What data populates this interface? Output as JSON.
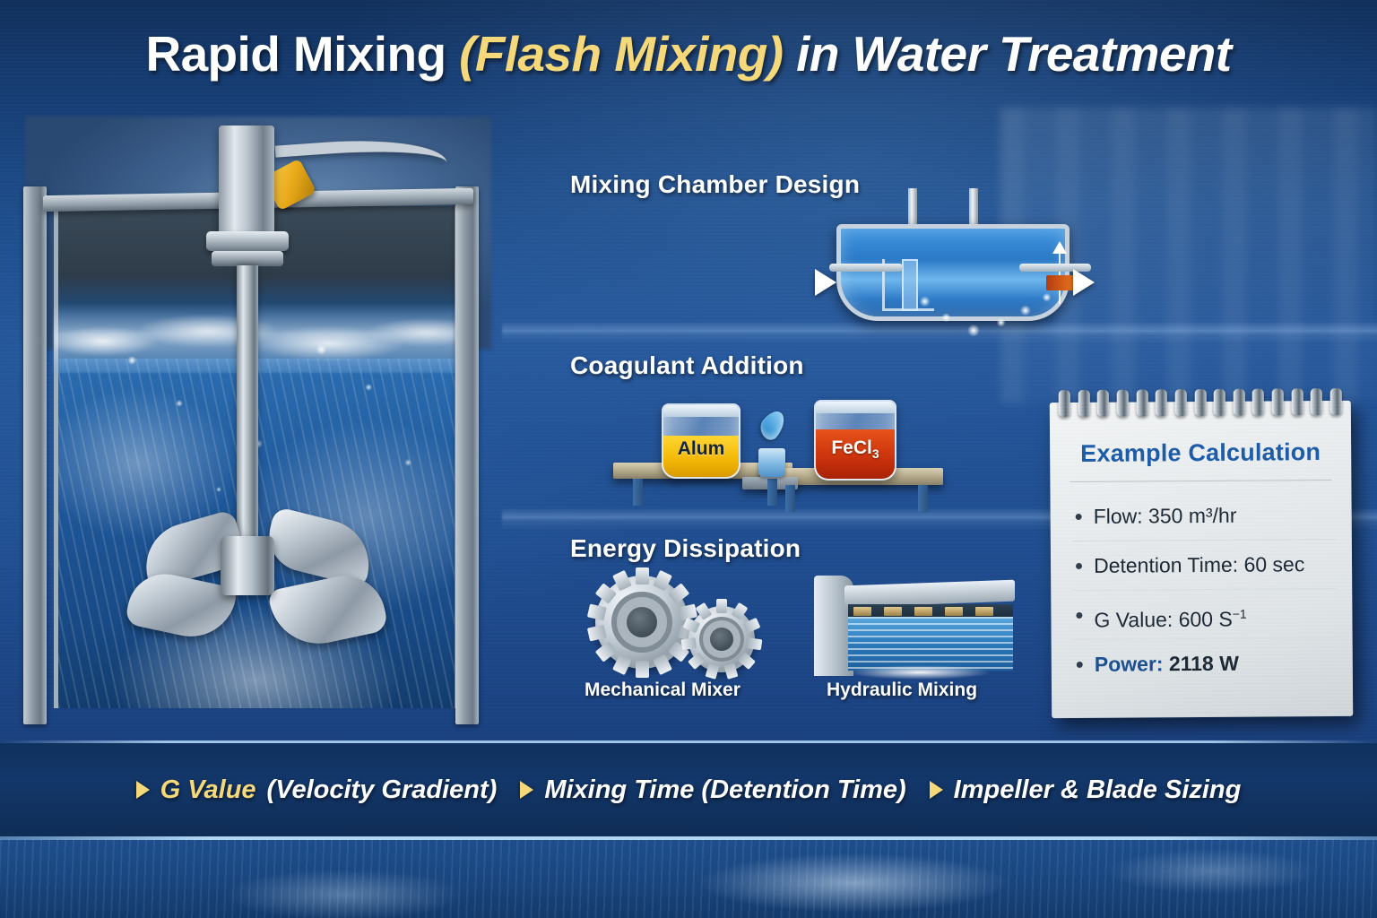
{
  "title": {
    "part1": "Rapid Mixing ",
    "part2": "(Flash Mixing)",
    "part3": " in Water Treatment"
  },
  "illustration": {
    "tank_label": "mixing-tank-impeller-illustration",
    "hose_label": "chemical-feed-hose"
  },
  "sections": [
    {
      "id": "chamber",
      "heading": "Mixing Chamber Design"
    },
    {
      "id": "coagulant",
      "heading": "Coagulant Addition"
    },
    {
      "id": "energy",
      "heading": "Energy Dissipation"
    }
  ],
  "coagulant": {
    "jar_left": "Alum",
    "jar_right_text": "FeCl",
    "jar_right_sub": "3"
  },
  "energy": {
    "caption_left": "Mechanical Mixer",
    "caption_right": "Hydraulic Mixing"
  },
  "notepad": {
    "title": "Example Calculation",
    "items": [
      {
        "key": "Flow:",
        "value": " 350 m³/hr",
        "bold": false
      },
      {
        "key": "Detention Time:",
        "value": " 60 sec",
        "bold": false
      },
      {
        "key": "G Value:",
        "value": " 600 S",
        "sup": "−1",
        "bold": false
      },
      {
        "key": "Power:",
        "value": " 2118 W",
        "bold": true
      }
    ]
  },
  "banner": {
    "items": [
      {
        "text": "G Value",
        "suffix": " (Velocity Gradient)",
        "gold": true
      },
      {
        "text": "Mixing Time (Detention Time)",
        "suffix": "",
        "gold": false
      },
      {
        "text": "Impeller & Blade Sizing",
        "suffix": "",
        "gold": false
      }
    ]
  },
  "colors": {
    "background_deep": "#11305c",
    "background_mid": "#225499",
    "accent_gold": "#f5d87a",
    "notepad_title": "#1a5ba8",
    "banner_bg": "#13376a",
    "alum_fill": "#f2b705",
    "fecl3_fill": "#c9320c"
  }
}
